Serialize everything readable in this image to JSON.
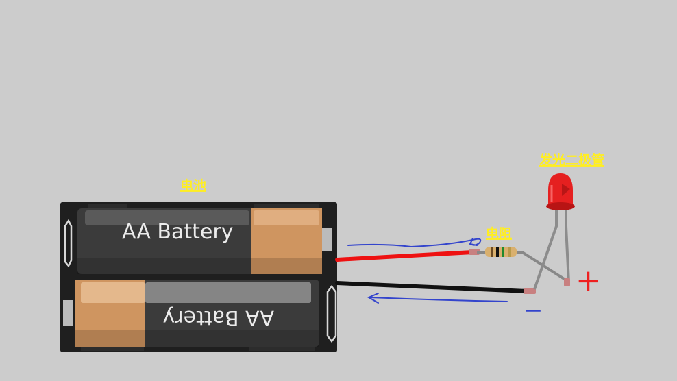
{
  "labels": {
    "battery": "电池",
    "resistor": "电阻",
    "led": "发光二极管"
  },
  "battery_top_text": "AA Battery",
  "battery_bottom_text": "AA Battery",
  "annotations": {
    "plus_sign": "+",
    "minus_sign": "−"
  },
  "colors": {
    "background": "#cccccc",
    "label_yellow": "#ffee22",
    "positive_wire": "#ee1111",
    "negative_wire": "#111111",
    "led_red": "#e52020",
    "annotation_blue": "#3344cc",
    "annotation_red": "#ee2020",
    "battery_copper": "#cf9560",
    "holder_dark": "#222222"
  },
  "icons": [
    "battery-holder-icon",
    "resistor-icon",
    "led-icon",
    "current-arrow-icon"
  ]
}
